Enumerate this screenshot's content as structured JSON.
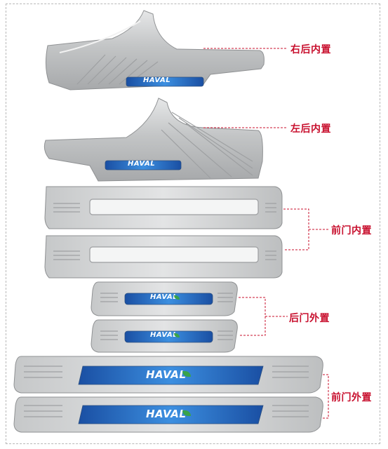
{
  "labels": {
    "right_rear_inner": "右后内置",
    "left_rear_inner": "左后内置",
    "front_door_inner": "前门内置",
    "rear_door_outer": "后门外置",
    "front_door_outer": "前门外置"
  },
  "badge": {
    "text": "HAVAL",
    "leaf_icon": "leaf-icon"
  },
  "colors": {
    "label_red": "#c8102e",
    "badge_blue": "#1d5fb8",
    "leaf_green": "#3aa34a",
    "steel": "#c9cbcc"
  }
}
